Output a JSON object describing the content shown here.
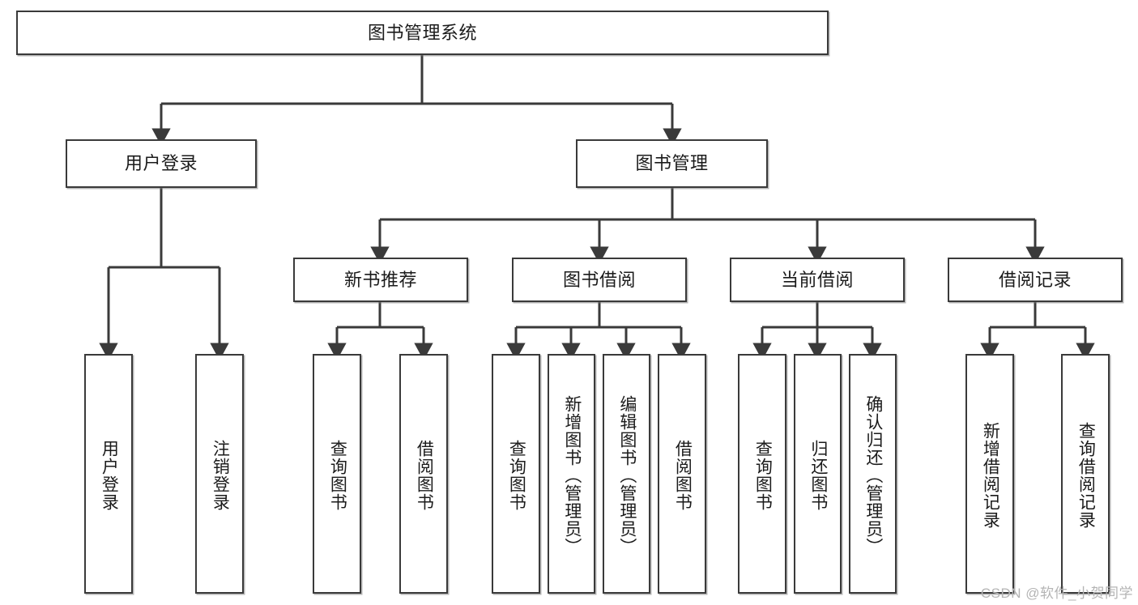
{
  "diagram": {
    "type": "tree-hierarchy",
    "title": "图书管理系统",
    "orientation": "top-down",
    "colors": {
      "box_border": "#3a3a3a",
      "box_fill": "#ffffff",
      "connector": "#3a3a3a",
      "text": "#1b1b1b",
      "watermark": "#b4b4b4"
    },
    "root": {
      "label": "图书管理系统"
    },
    "level2": [
      {
        "label": "用户登录"
      },
      {
        "label": "图书管理"
      }
    ],
    "level3": [
      {
        "label": "新书推荐"
      },
      {
        "label": "图书借阅"
      },
      {
        "label": "当前借阅"
      },
      {
        "label": "借阅记录"
      }
    ],
    "leaves": {
      "user_login": [
        {
          "label": "用户登录"
        },
        {
          "label": "注销登录"
        }
      ],
      "new_book_recommend": [
        {
          "label": "查询图书"
        },
        {
          "label": "借阅图书"
        }
      ],
      "book_borrow": [
        {
          "label": "查询图书"
        },
        {
          "label": "新增图书（管理员）"
        },
        {
          "label": "编辑图书（管理员）"
        },
        {
          "label": "借阅图书"
        }
      ],
      "current_borrow": [
        {
          "label": "查询图书"
        },
        {
          "label": "归还图书"
        },
        {
          "label": "确认归还（管理员）"
        }
      ],
      "borrow_record": [
        {
          "label": "新增借阅记录"
        },
        {
          "label": "查询借阅记录"
        }
      ]
    }
  },
  "watermark": {
    "text": "CSDN @软件_小贺同学"
  }
}
